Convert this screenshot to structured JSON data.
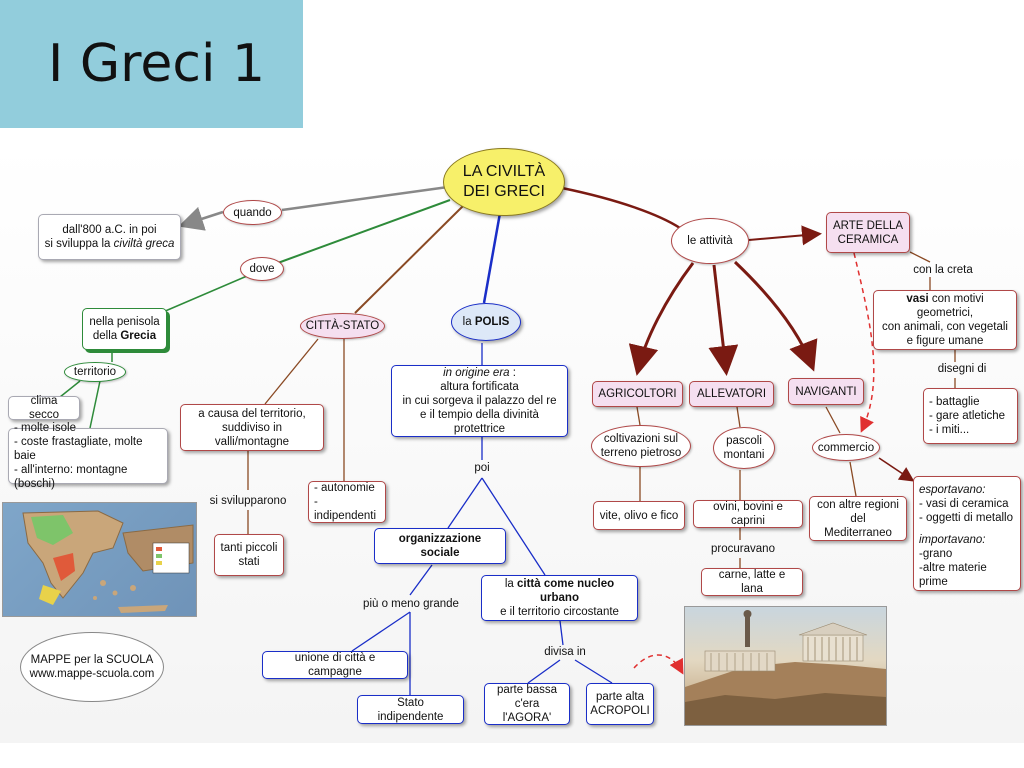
{
  "slide": {
    "title": "I Greci 1"
  },
  "map": {
    "central": [
      "LA CIVILTÀ",
      "DEI GRECI"
    ],
    "quando": {
      "link": "quando",
      "box": [
        "dall'800 a.C. in poi",
        "si sviluppa la ",
        "civiltà  greca"
      ]
    },
    "dove": {
      "link": "dove",
      "box": [
        "nella penisola",
        "della ",
        "Grecia"
      ],
      "territorio": "territorio",
      "clima": "clima secco",
      "features": [
        "- molte isole",
        "- coste frastagliate, molte baie",
        "- all'interno: montagne (boschi)"
      ]
    },
    "citta_stato": {
      "label": "CITTÀ-STATO",
      "cause": [
        "a causa del territorio,",
        "suddiviso in valli/montagne"
      ],
      "si_svilupparono": "si svilupparono",
      "result": [
        "tanti piccoli",
        "stati"
      ],
      "traits": [
        "- autonomie",
        "- indipendenti"
      ]
    },
    "polis": {
      "label_prefix": "la ",
      "label_bold": "POLIS",
      "origin": [
        "in origine era",
        " :",
        "altura fortificata",
        "in cui sorgeva il palazzo del re",
        "e il tempio della divinità protettrice"
      ],
      "poi": "poi",
      "org": "organizzazione sociale",
      "piu_meno": "più o meno grande",
      "unione": "unione di città e campagne",
      "stato": "Stato indipendente",
      "nucleo": [
        "la ",
        "città come nucleo urbano",
        "e il territorio circostante"
      ],
      "divisa": "divisa in",
      "bassa": [
        "parte bassa",
        "c'era l'AGORA'"
      ],
      "alta": [
        "parte alta",
        "ACROPOLI"
      ]
    },
    "attivita": {
      "label": "le attività",
      "agricoltori": "AGRICOLTORI",
      "coltivazioni": [
        "coltivazioni sul",
        "terreno pietroso"
      ],
      "prodotti_agr": "vite, olivo e fico",
      "allevatori": "ALLEVATORI",
      "pascoli": [
        "pascoli",
        "montani"
      ],
      "animali": "ovini, bovini e caprini",
      "procuravano": "procuravano",
      "prodotti_all": "carne, latte e lana",
      "naviganti": "NAVIGANTI",
      "commercio": "commercio",
      "regioni": [
        "con altre regioni",
        "del Mediterraneo"
      ],
      "esportavano_label": "esportavano:",
      "esportavano": [
        "- vasi di ceramica",
        "- oggetti di metallo"
      ],
      "importavano_label": "importavano:",
      "importavano": [
        "-grano",
        "-altre materie prime"
      ]
    },
    "ceramica": {
      "label": [
        "ARTE DELLA",
        "CERAMICA"
      ],
      "con_creta": "con la creta",
      "vasi": [
        "vasi",
        " con motivi geometrici,",
        "con animali, con vegetali",
        "e figure umane"
      ],
      "disegni": "disegni di",
      "temi": [
        "- battaglie",
        "- gare atletiche",
        "- i miti..."
      ]
    },
    "credit": [
      "MAPPE per la SCUOLA",
      "www.mappe-scuola.com"
    ]
  },
  "colors": {
    "title_bg": "#92cddc",
    "central_fill": "#f7f06a",
    "polis_fill": "#dde8f8",
    "pink_fill": "#f5dff0",
    "arrow_dark": "#7a1a12"
  }
}
